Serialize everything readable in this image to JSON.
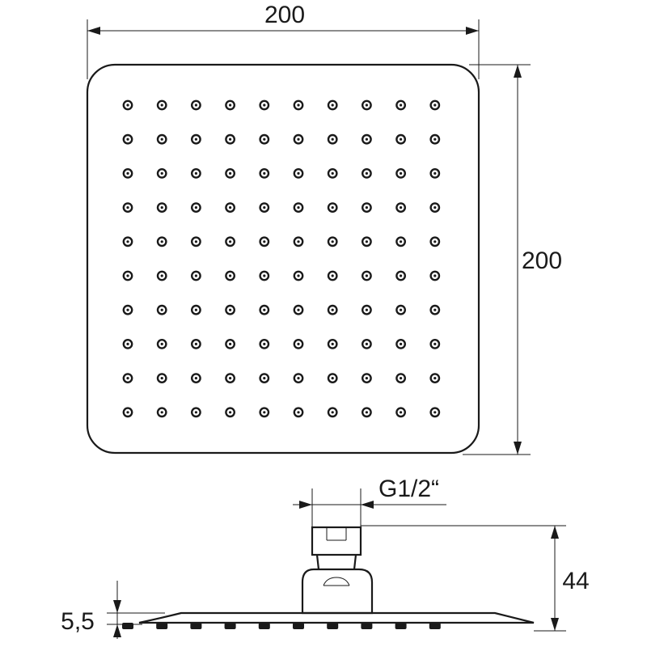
{
  "colors": {
    "line": "#1a1a1a",
    "background": "#ffffff"
  },
  "top_view": {
    "nozzle_rows": 10,
    "nozzle_cols": 10
  },
  "dimensions": {
    "width_label": "200",
    "height_label": "200",
    "thread_label": "G1/2“",
    "total_height_label": "44",
    "plate_thickness_label": "5,5"
  }
}
